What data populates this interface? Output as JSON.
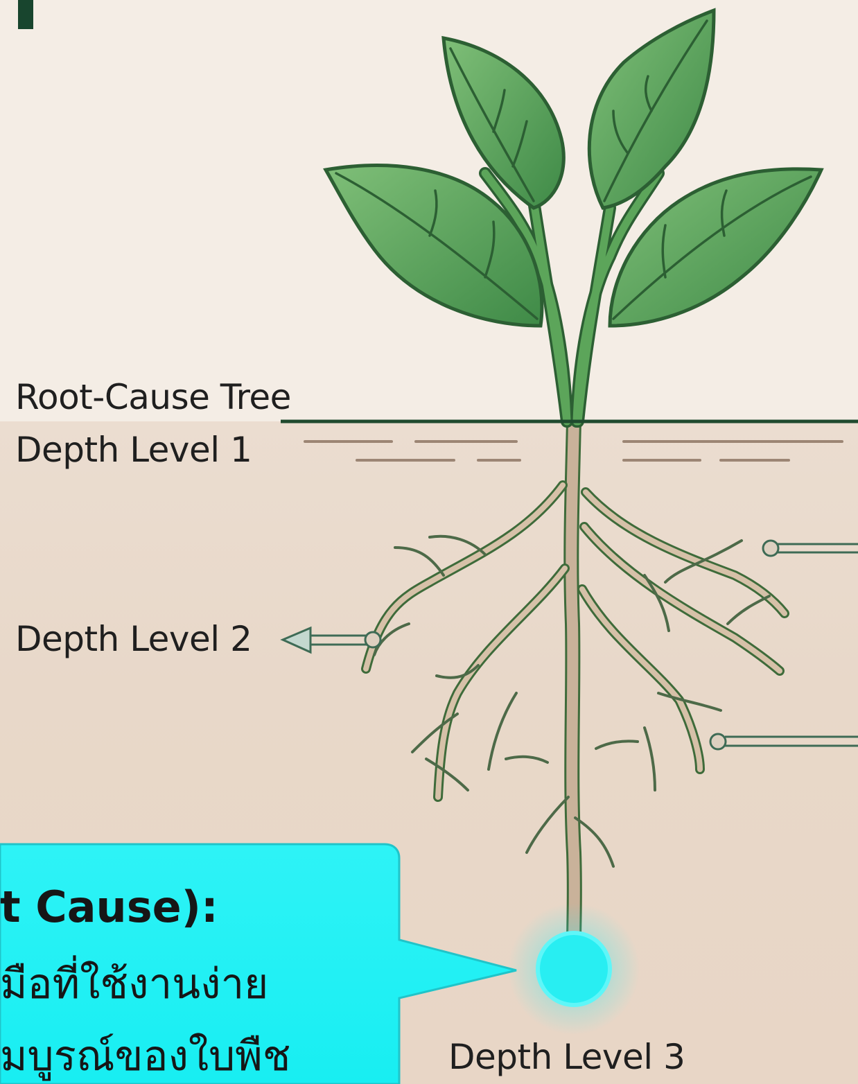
{
  "labels": {
    "title": "Root-Cause Tree",
    "level1": "Depth Level 1",
    "level2": "Depth Level 2",
    "level3": "Depth Level 3"
  },
  "callout": {
    "heading": "t Cause):",
    "line1": "มือที่ใช้งานง่าย",
    "line2": "มบูรณ์ของใบพืช"
  },
  "colors": {
    "leaf": "#5a9e5f",
    "leaf_dark": "#2c5f33",
    "stem": "#4f9150",
    "root": "#c9b29a",
    "root_outline": "#3e6b3a",
    "callout": "#1ff2f5",
    "glow": "#2be8f0",
    "ground_line": "#1f4a2e"
  }
}
